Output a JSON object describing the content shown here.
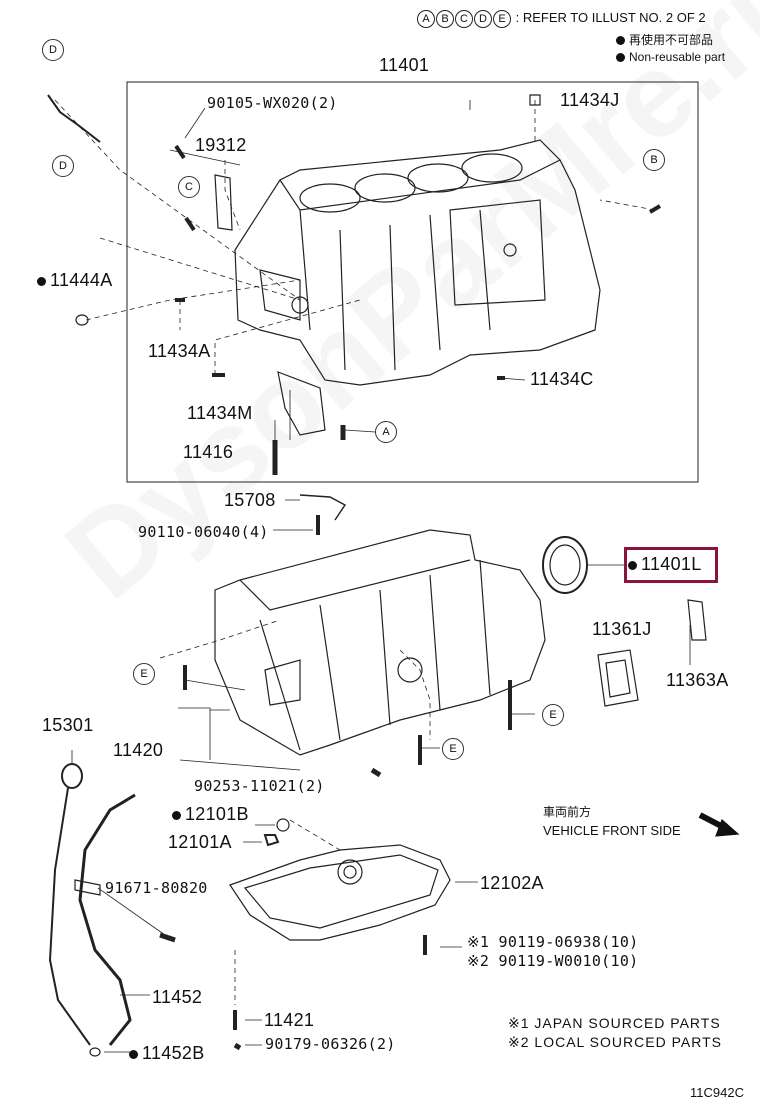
{
  "header": {
    "refer_letters": [
      "A",
      "B",
      "C",
      "D",
      "E"
    ],
    "refer_text": ": REFER TO ILLUST NO. 2 OF 2",
    "nonreusable_jp": "再使用不可部品",
    "nonreusable_en": "Non-reusable part"
  },
  "parts": {
    "p11401": "11401",
    "p90105": "90105-WX020(2)",
    "p11434J": "11434J",
    "p19312": "19312",
    "p11444A": "11444A",
    "p11434A": "11434A",
    "p11434M": "11434M",
    "p11434C": "11434C",
    "p11416": "11416",
    "p15708": "15708",
    "p90110": "90110-06040(4)",
    "p11401L": "11401L",
    "p11361J": "11361J",
    "p11363A": "11363A",
    "p15301": "15301",
    "p11420": "11420",
    "p90253": "90253-11021(2)",
    "p12101B": "12101B",
    "p12101A": "12101A",
    "p91671": "91671-80820",
    "p12102A": "12102A",
    "p90119a_mark": "※1",
    "p90119a": "90119-06938(10)",
    "p90119b_mark": "※2",
    "p90119b": "90119-W0010(10)",
    "p11452": "11452",
    "p11421": "11421",
    "p90179": "90179-06326(2)",
    "p11452B": "11452B"
  },
  "front": {
    "jp": "車両前方",
    "en": "VEHICLE FRONT SIDE"
  },
  "notes": {
    "n1": "※1 JAPAN SOURCED PARTS",
    "n2": "※2 LOCAL SOURCED PARTS"
  },
  "illust_code": "11C942C",
  "watermark": "DysonParMre.ru",
  "highlight_color": "#8b1538"
}
